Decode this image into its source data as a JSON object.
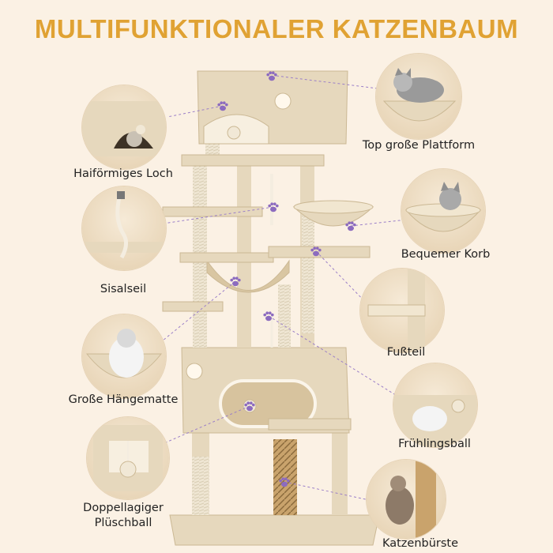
{
  "title": "MULTIFUNKTIONALER KATZENBAUM",
  "colors": {
    "title": "#e0a233",
    "paw": "#8c6bbf",
    "leader": "#9b7fc8",
    "plush": "#e6d8bd",
    "sisal": "#efe6d3",
    "background": "#fbf1e4"
  },
  "features": [
    {
      "id": "top-platform",
      "label": "Top große Plattform",
      "icon": "paw-icon"
    },
    {
      "id": "shark-hole",
      "label": "Haiförmiges Loch",
      "icon": "paw-icon"
    },
    {
      "id": "basket",
      "label": "Bequemer Korb",
      "icon": "paw-icon"
    },
    {
      "id": "sisal-rope",
      "label": "Sisalseil",
      "icon": "paw-icon"
    },
    {
      "id": "step",
      "label": "Fußteil",
      "icon": "paw-icon"
    },
    {
      "id": "hammock",
      "label": "Große Hängematte",
      "icon": "paw-icon"
    },
    {
      "id": "spring-ball",
      "label": "Frühlingsball",
      "icon": "paw-icon"
    },
    {
      "id": "plush-ball",
      "label_line1": "Doppellagiger",
      "label_line2": "Plüschball",
      "icon": "paw-icon"
    },
    {
      "id": "cat-brush",
      "label": "Katzenbürste",
      "icon": "paw-icon"
    }
  ]
}
